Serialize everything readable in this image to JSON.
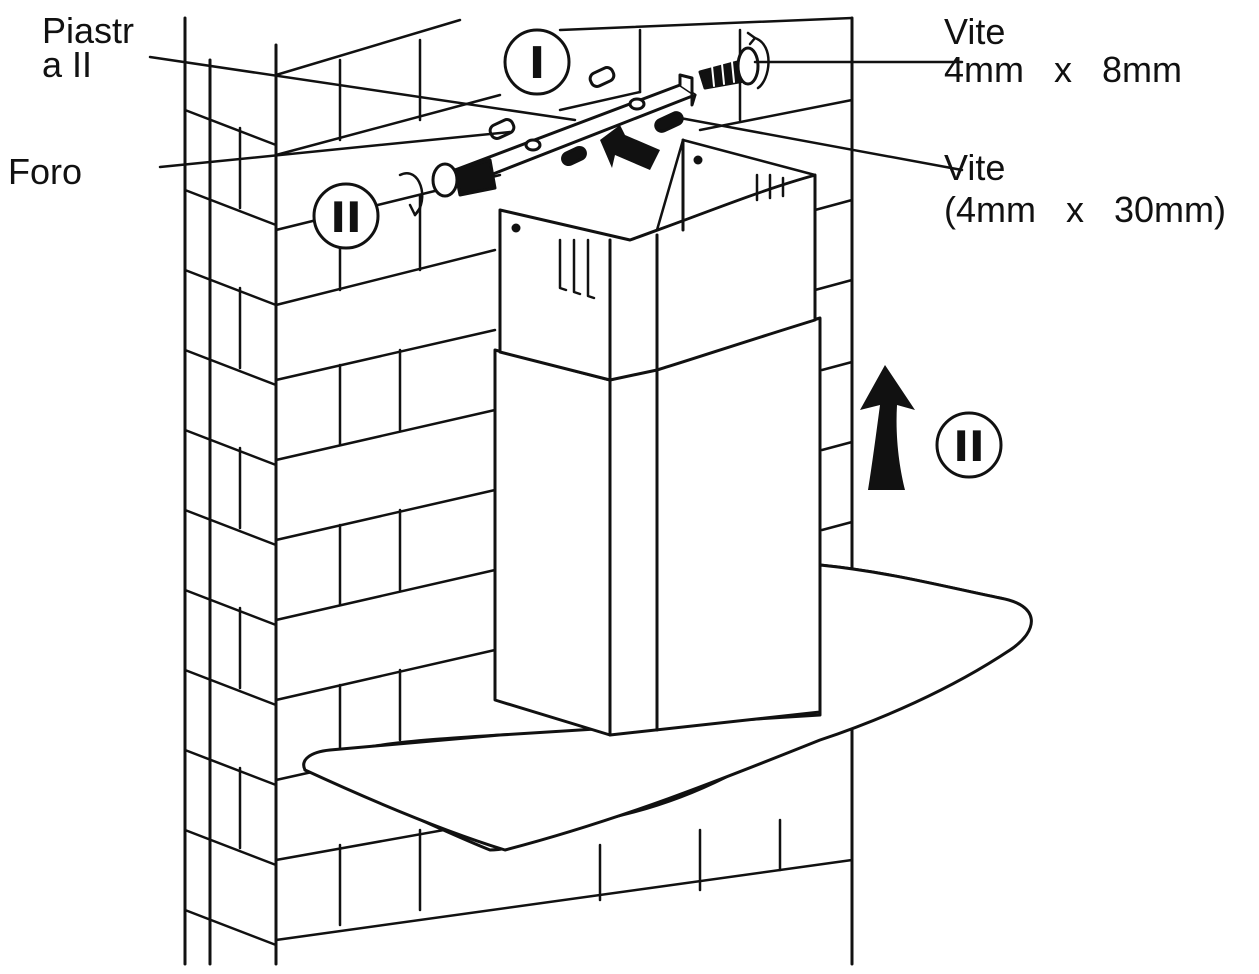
{
  "labels": {
    "plate": "Piastr\na II",
    "hole": "Foro",
    "screw_small_name": "Vite",
    "screw_small_size": "4mm   x   8mm",
    "screw_large_name": "Vite",
    "screw_large_size": "(4mm   x   30mm)"
  },
  "steps": {
    "step1": "I",
    "step2_left": "II",
    "step2_right": "II"
  },
  "colors": {
    "ink": "#111111",
    "background": "#ffffff"
  }
}
